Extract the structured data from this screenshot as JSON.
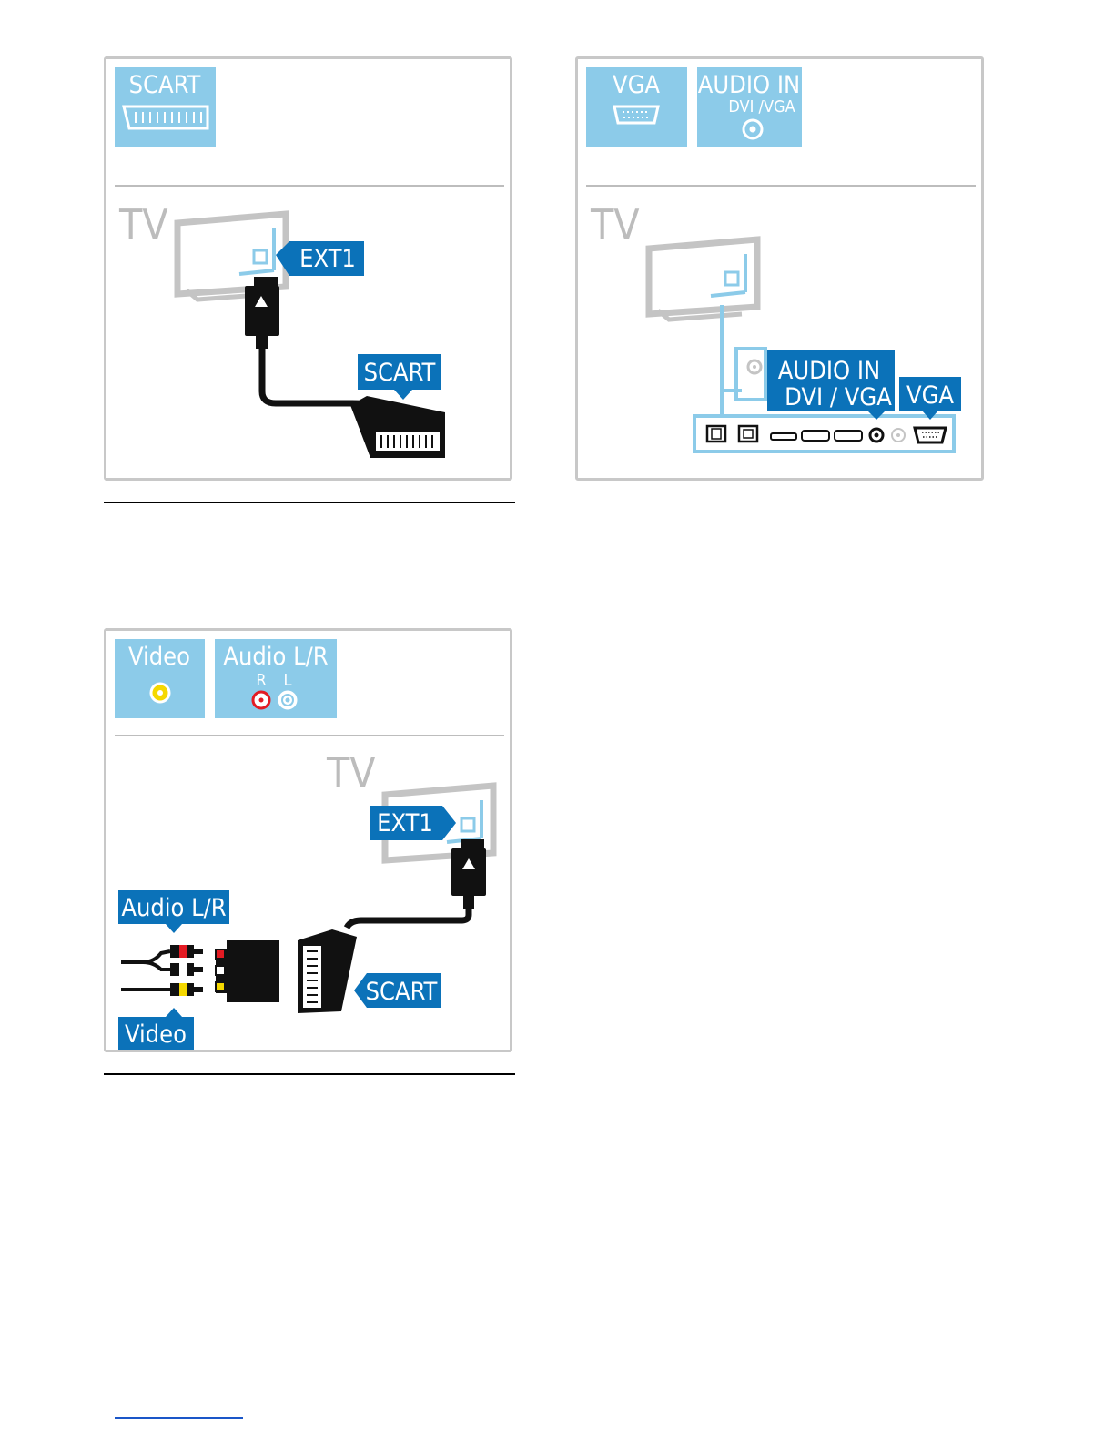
{
  "panels": {
    "scart": {
      "tile": {
        "label": "SCART"
      },
      "tv_label": "TV",
      "port_tag": "EXT1",
      "cable_tag": "SCART"
    },
    "vga": {
      "tiles": [
        {
          "label": "VGA"
        },
        {
          "label": "AUDIO IN",
          "sublabel": "DVI /VGA"
        }
      ],
      "tv_label": "TV",
      "audio_tag_line1": "AUDIO IN",
      "audio_tag_line2": "DVI / VGA",
      "vga_tag": "VGA"
    },
    "av": {
      "tiles": [
        {
          "label": "Video"
        },
        {
          "label": "Audio L/R",
          "r": "R",
          "l": "L"
        }
      ],
      "tv_label": "TV",
      "port_tag": "EXT1",
      "audio_tag": "Audio L/R",
      "scart_tag": "SCART",
      "video_tag": "Video"
    }
  },
  "colors": {
    "tile_blue": "#8ccbe9",
    "tag_blue": "#0b72b9",
    "tv_gray": "#c4c4c4",
    "port_blue": "#8ccbe9",
    "cable_black": "#111111",
    "rca_red": "#e31b23",
    "rca_yellow": "#f5d800",
    "rca_white": "#ffffff"
  }
}
